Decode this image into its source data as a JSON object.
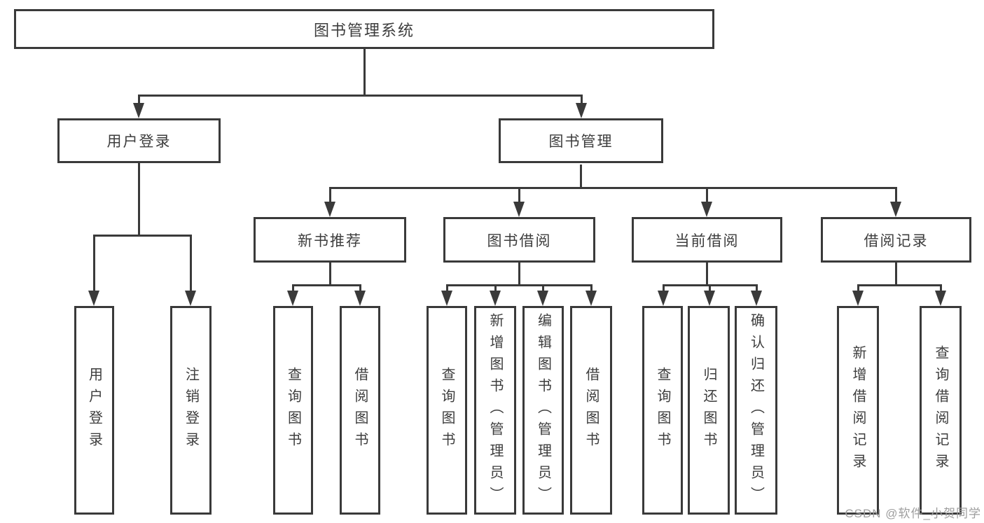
{
  "diagram_title": "图书管理系统",
  "colors": {
    "line": "#3a3a3a",
    "text": "#3d3d3d",
    "box_bg": "#ffffff",
    "watermark": "#9e9e9e"
  },
  "watermark": {
    "text": "CSDN @软件_小贺同学"
  },
  "nodes": [
    {
      "id": "root",
      "label": "图书管理系统",
      "level": 1,
      "parent": null
    },
    {
      "id": "user-login",
      "label": "用户登录",
      "level": 2,
      "parent": "root"
    },
    {
      "id": "book-mgmt",
      "label": "图书管理",
      "level": 2,
      "parent": "root"
    },
    {
      "id": "new-book-rec",
      "label": "新书推荐",
      "level": 3,
      "parent": "book-mgmt"
    },
    {
      "id": "book-borrow",
      "label": "图书借阅",
      "level": 3,
      "parent": "book-mgmt"
    },
    {
      "id": "current-borrow",
      "label": "当前借阅",
      "level": 3,
      "parent": "book-mgmt"
    },
    {
      "id": "borrow-record",
      "label": "借阅记录",
      "level": 3,
      "parent": "book-mgmt"
    },
    {
      "id": "leaf-user-login",
      "label": "用户登录",
      "level": 4,
      "parent": "user-login"
    },
    {
      "id": "leaf-logout",
      "label": "注销登录",
      "level": 4,
      "parent": "user-login"
    },
    {
      "id": "leaf-rec-query",
      "label": "查询图书",
      "level": 4,
      "parent": "new-book-rec"
    },
    {
      "id": "leaf-rec-borrow",
      "label": "借阅图书",
      "level": 4,
      "parent": "new-book-rec"
    },
    {
      "id": "leaf-bb-query",
      "label": "查询图书",
      "level": 4,
      "parent": "book-borrow"
    },
    {
      "id": "leaf-bb-add",
      "label": "新增图书（管理员）",
      "level": 4,
      "parent": "book-borrow"
    },
    {
      "id": "leaf-bb-edit",
      "label": "编辑图书（管理员）",
      "level": 4,
      "parent": "book-borrow"
    },
    {
      "id": "leaf-bb-borrow",
      "label": "借阅图书",
      "level": 4,
      "parent": "book-borrow"
    },
    {
      "id": "leaf-cb-query",
      "label": "查询图书",
      "level": 4,
      "parent": "current-borrow"
    },
    {
      "id": "leaf-cb-return",
      "label": "归还图书",
      "level": 4,
      "parent": "current-borrow"
    },
    {
      "id": "leaf-cb-confirm",
      "label": "确认归还（管理员）",
      "level": 4,
      "parent": "current-borrow"
    },
    {
      "id": "leaf-br-add",
      "label": "新增借阅记录",
      "level": 4,
      "parent": "borrow-record"
    },
    {
      "id": "leaf-br-query",
      "label": "查询借阅记录",
      "level": 4,
      "parent": "borrow-record"
    }
  ]
}
